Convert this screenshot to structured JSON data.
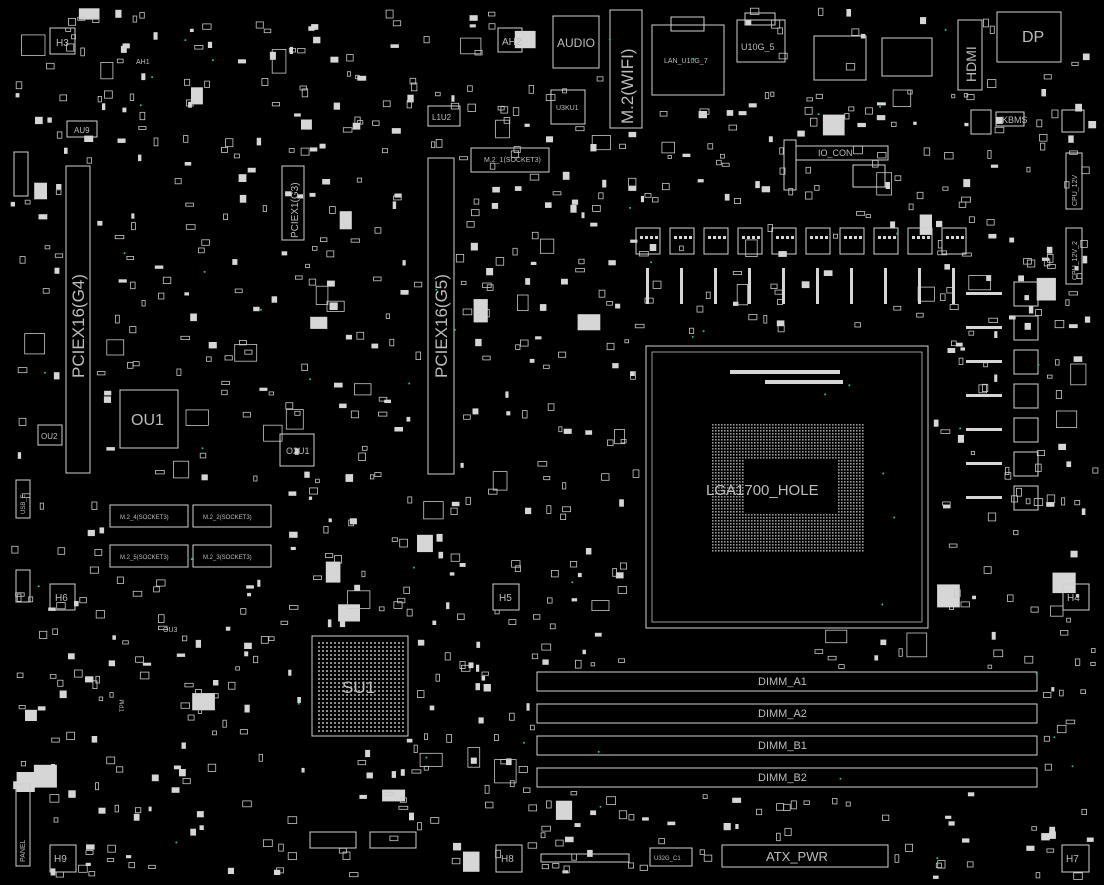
{
  "labels": {
    "h3": "H3",
    "ah1": "AH1",
    "au9": "AU9",
    "ah2": "AH2",
    "audio": "AUDIO",
    "m2_wifi": "M.2(WIFI)",
    "lan": "LAN_U10G_7",
    "u10g_5": "U10G_5",
    "hdmi": "HDMI",
    "dp": "DP",
    "kbms": "KBMS",
    "l1u2": "L1U2",
    "u3ku1": "U3KU1",
    "m2_1": "M.2_1(SOCKET3)",
    "io_con": "IO_CON",
    "pciex16_g4": "PCIEX16(G4)",
    "pciex16_g5": "PCIEX16(G5)",
    "pcie_g3": "PCIEX1(G3)",
    "ou1": "OU1",
    "ou2": "OU2",
    "o2u1": "O2U1",
    "m2_4": "M.2_4(SOCKET3)",
    "m2_2": "M.2_2(SOCKET3)",
    "m2_5": "M.2_5(SOCKET3)",
    "m2_3": "M.2_3(SOCKET3)",
    "lga": "LGA1700_HOLE",
    "h4": "H4",
    "h5": "H5",
    "h6": "H6",
    "h7": "H7",
    "h8": "H8",
    "h9": "H9",
    "su1": "SU1",
    "dimm_a1": "DIMM_A1",
    "dimm_a2": "DIMM_A2",
    "dimm_b1": "DIMM_B1",
    "dimm_b2": "DIMM_B2",
    "atx_pwr": "ATX_PWR",
    "cpu_12v": "CPU_12V",
    "cpu_12v_2": "CPU_12V_2",
    "panel": "PANEL",
    "u32g_c1": "U32G_C1",
    "usb_e": "USB_E",
    "ou3": "OU3",
    "tpm": "TPM"
  },
  "colors": {
    "background": "#000000",
    "outline": "#cfcfcf",
    "label": "#bdbdbd",
    "accent_dot": "#19c3a0"
  }
}
